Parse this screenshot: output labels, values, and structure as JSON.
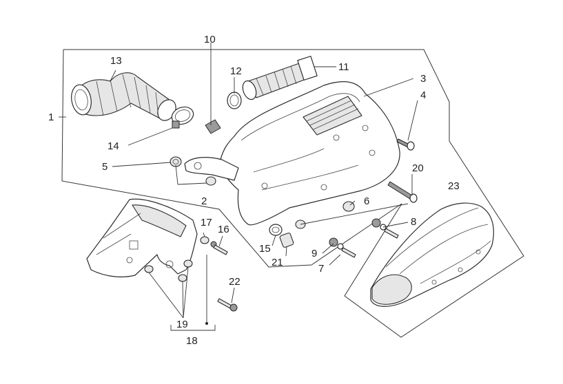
{
  "diagram": {
    "callouts": [
      "1",
      "2",
      "3",
      "4",
      "5",
      "6",
      "7",
      "8",
      "9",
      "10",
      "11",
      "12",
      "13",
      "14",
      "15",
      "16",
      "17",
      "18",
      "19",
      "20",
      "21",
      "22",
      "23"
    ]
  },
  "colors": {
    "line": "#2a2a2a",
    "background": "#ffffff",
    "shade": "#e6e6e6"
  }
}
